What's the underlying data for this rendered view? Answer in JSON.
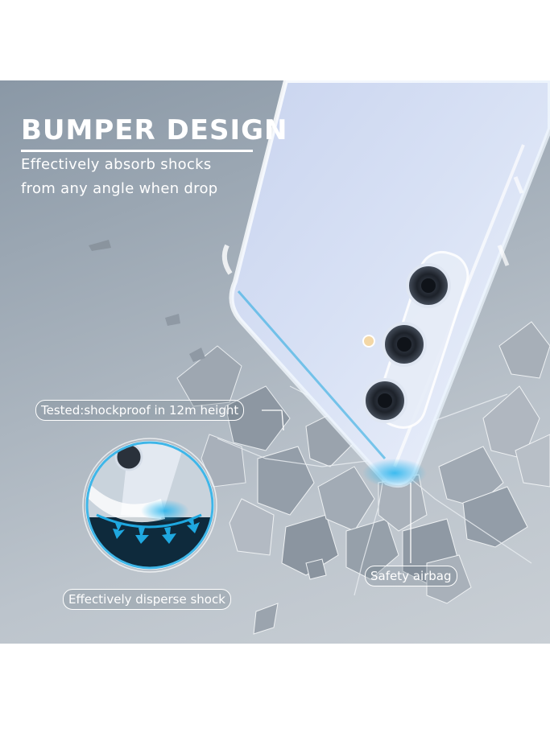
{
  "headline": "BUMPER DESIGN",
  "subtitle": "Effectively absorb shocks from any angle when drop",
  "callouts": {
    "tested": "Tested:shockproof in 12m height",
    "airbag": "Safety airbag",
    "disperse": "Effectively disperse shock"
  },
  "icons": [
    "phone-case-illustration",
    "camera-lens-icon",
    "impact-arrow-icon",
    "rock-shard"
  ],
  "colors": {
    "background": "#a3aeb9",
    "accent": "#1fa8e0",
    "text": "#ffffff",
    "phone": "#d9e2f5"
  }
}
